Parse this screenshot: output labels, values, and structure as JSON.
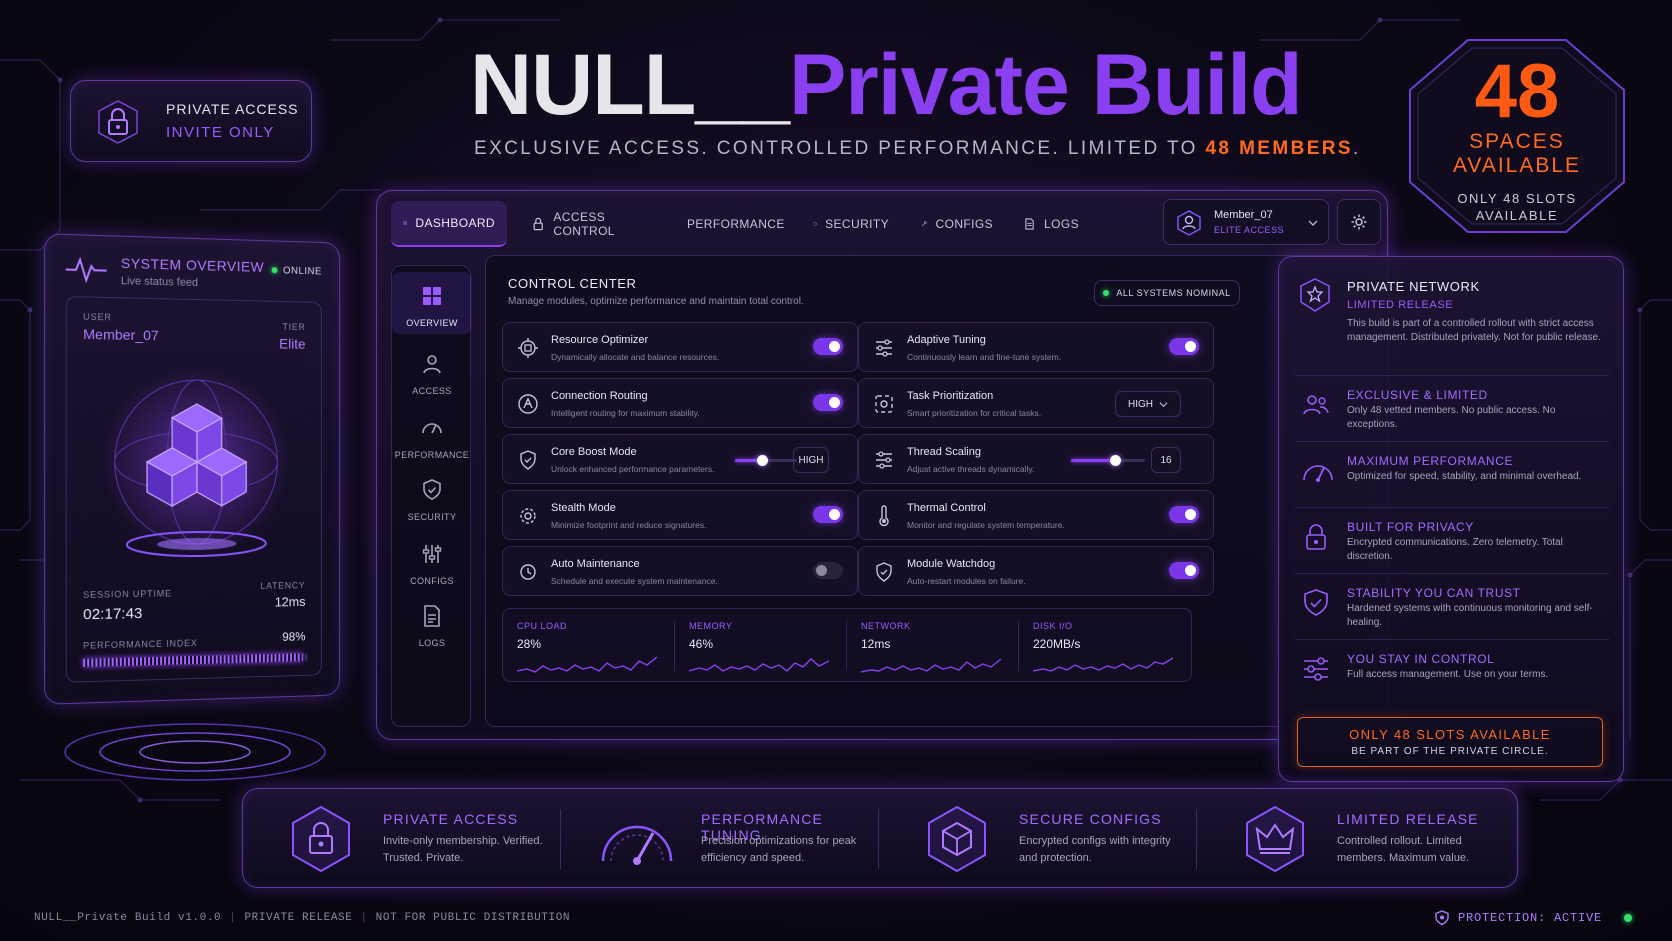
{
  "hero": {
    "title_left": "NULL__",
    "title_right": "Private Build",
    "subtitle_main": "EXCLUSIVE ACCESS. CONTROLLED PERFORMANCE. LIMITED TO ",
    "subtitle_accent": "48 MEMBERS",
    "subtitle_end": "."
  },
  "access_badge": {
    "line1": "PRIVATE ACCESS",
    "line2": "INVITE ONLY"
  },
  "spaces": {
    "count": "48",
    "line1": "SPACES",
    "line2": "AVAILABLE",
    "only1": "ONLY 48 SLOTS",
    "only2": "AVAILABLE"
  },
  "system_overview": {
    "title": "SYSTEM OVERVIEW",
    "subtitle": "Live status feed",
    "status": "ONLINE",
    "user_label": "USER",
    "user_value": "Member_07",
    "tier_label": "TIER",
    "tier_value": "Elite",
    "uptime_label": "SESSION UPTIME",
    "uptime_value": "02:17:43",
    "latency_label": "LATENCY",
    "latency_value": "12ms",
    "perf_label": "PERFORMANCE INDEX",
    "perf_value": "98%",
    "perf_fraction": 0.98
  },
  "tabs": [
    {
      "label": "DASHBOARD",
      "icon": "dashboard-icon"
    },
    {
      "label": "ACCESS CONTROL",
      "icon": "lock-icon"
    },
    {
      "label": "PERFORMANCE",
      "icon": "gauge-icon"
    },
    {
      "label": "SECURITY",
      "icon": "shield-icon"
    },
    {
      "label": "CONFIGS",
      "icon": "wrench-icon"
    },
    {
      "label": "LOGS",
      "icon": "document-icon"
    }
  ],
  "member": {
    "name": "Member_07",
    "role": "ELITE ACCESS"
  },
  "sidebar": [
    {
      "label": "OVERVIEW",
      "icon": "grid-icon"
    },
    {
      "label": "ACCESS",
      "icon": "user-icon"
    },
    {
      "label": "PERFORMANCE",
      "icon": "gauge-icon"
    },
    {
      "label": "SECURITY",
      "icon": "shield-icon"
    },
    {
      "label": "CONFIGS",
      "icon": "sliders-icon"
    },
    {
      "label": "LOGS",
      "icon": "document-icon"
    }
  ],
  "control_center": {
    "title": "CONTROL CENTER",
    "subtitle": "Manage modules, optimize performance and maintain total control.",
    "status": "ALL SYSTEMS NOMINAL"
  },
  "modules_left": [
    {
      "title": "Resource Optimizer",
      "desc": "Dynamically allocate and balance resources.",
      "control": "toggle",
      "on": true
    },
    {
      "title": "Connection Routing",
      "desc": "Intelligent routing for maximum stability.",
      "control": "toggle",
      "on": true
    },
    {
      "title": "Core Boost Mode",
      "desc": "Unlock enhanced performance parameters.",
      "control": "slider",
      "level": 0.45,
      "value": "HIGH"
    },
    {
      "title": "Stealth Mode",
      "desc": "Minimize footprint and reduce signatures.",
      "control": "toggle",
      "on": true
    },
    {
      "title": "Auto Maintenance",
      "desc": "Schedule and execute system maintenance.",
      "control": "toggle",
      "on": false
    }
  ],
  "modules_right": [
    {
      "title": "Adaptive Tuning",
      "desc": "Continuously learn and fine-tune system.",
      "control": "toggle",
      "on": true
    },
    {
      "title": "Task Prioritization",
      "desc": "Smart prioritization for critical tasks.",
      "control": "select",
      "value": "HIGH"
    },
    {
      "title": "Thread Scaling",
      "desc": "Adjust active threads dynamically.",
      "control": "slider",
      "level": 0.6,
      "value": "16"
    },
    {
      "title": "Thermal Control",
      "desc": "Monitor and regulate system temperature.",
      "control": "toggle",
      "on": true
    },
    {
      "title": "Module Watchdog",
      "desc": "Auto-restart modules on failure.",
      "control": "toggle",
      "on": true
    }
  ],
  "stats": [
    {
      "label": "CPU LOAD",
      "value": "28%"
    },
    {
      "label": "MEMORY",
      "value": "46%"
    },
    {
      "label": "NETWORK",
      "value": "12ms"
    },
    {
      "label": "DISK I/O",
      "value": "220MB/s"
    }
  ],
  "private_network": {
    "title": "PRIVATE NETWORK",
    "subtitle": "LIMITED RELEASE",
    "desc": "This build is part of a controlled rollout with strict access management. Distributed privately. Not for public release.",
    "features": [
      {
        "title": "EXCLUSIVE & LIMITED",
        "desc": "Only 48 vetted members. No public access. No exceptions.",
        "icon": "users-icon"
      },
      {
        "title": "MAXIMUM PERFORMANCE",
        "desc": "Optimized for speed, stability, and minimal overhead.",
        "icon": "gauge-icon"
      },
      {
        "title": "BUILT FOR PRIVACY",
        "desc": "Encrypted communications. Zero telemetry. Total discretion.",
        "icon": "lock-icon"
      },
      {
        "title": "STABILITY YOU CAN TRUST",
        "desc": "Hardened systems with continuous monitoring and self-healing.",
        "icon": "shield-check-icon"
      },
      {
        "title": "YOU STAY IN CONTROL",
        "desc": "Full access management. Use on your terms.",
        "icon": "sliders-icon"
      }
    ],
    "cta_title": "ONLY 48 SLOTS AVAILABLE",
    "cta_sub": "BE PART OF THE PRIVATE CIRCLE."
  },
  "bottom_features": [
    {
      "title": "PRIVATE ACCESS",
      "desc": "Invite-only membership. Verified. Trusted. Private.",
      "icon": "lock-hex-icon"
    },
    {
      "title": "PERFORMANCE TUNING",
      "desc": "Precision optimizations for peak efficiency and speed.",
      "icon": "speedometer-icon"
    },
    {
      "title": "SECURE CONFIGS",
      "desc": "Encrypted configs with integrity and protection.",
      "icon": "cube-hex-icon"
    },
    {
      "title": "LIMITED RELEASE",
      "desc": "Controlled rollout. Limited members. Maximum value.",
      "icon": "crown-icon"
    }
  ],
  "footer": {
    "version": "NULL__Private Build v1.0.0",
    "release": "PRIVATE RELEASE",
    "notice": "NOT FOR PUBLIC DISTRIBUTION",
    "protection": "PROTECTION: ACTIVE"
  }
}
